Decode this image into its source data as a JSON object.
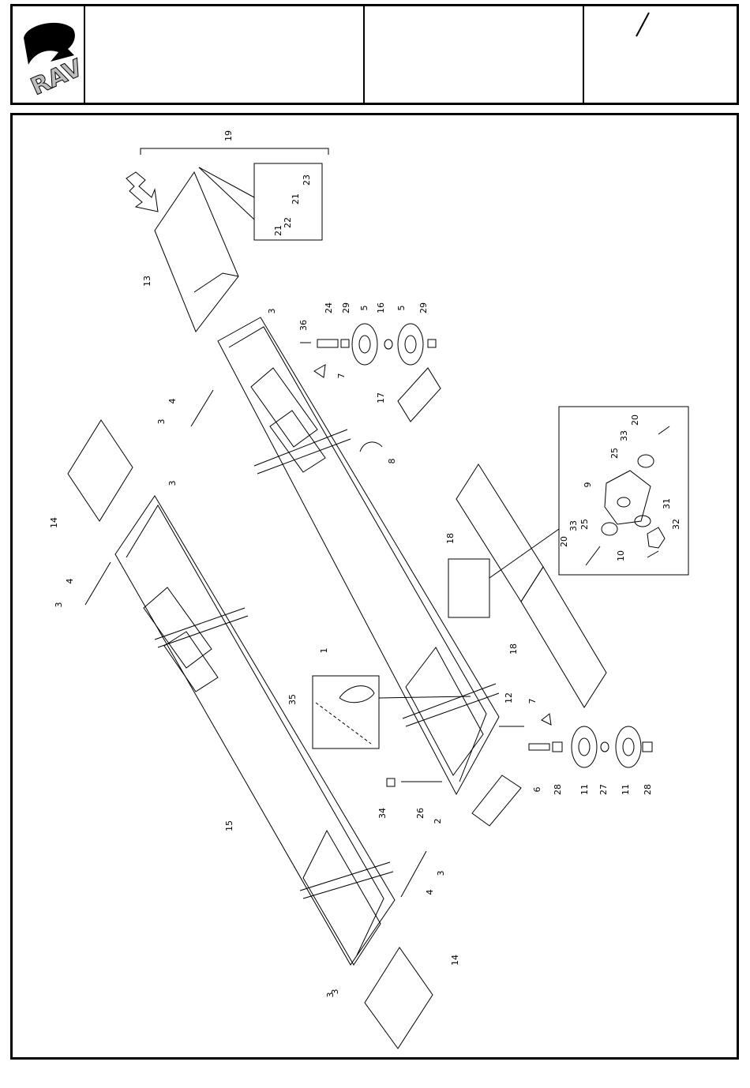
{
  "header": {
    "logo_text": "RAV",
    "sheet_separator": "/"
  },
  "labels": [
    "19",
    "23",
    "21",
    "22",
    "21",
    "13",
    "3",
    "36",
    "24",
    "29",
    "5",
    "16",
    "5",
    "29",
    "7",
    "17",
    "4",
    "3",
    "3",
    "14",
    "8",
    "4",
    "3",
    "20",
    "33",
    "25",
    "9",
    "31",
    "32",
    "25",
    "33",
    "20",
    "10",
    "18",
    "18",
    "1",
    "35",
    "12",
    "7",
    "6",
    "28",
    "11",
    "27",
    "11",
    "28",
    "34",
    "26",
    "2",
    "15",
    "3",
    "4",
    "3",
    "14",
    "3"
  ]
}
